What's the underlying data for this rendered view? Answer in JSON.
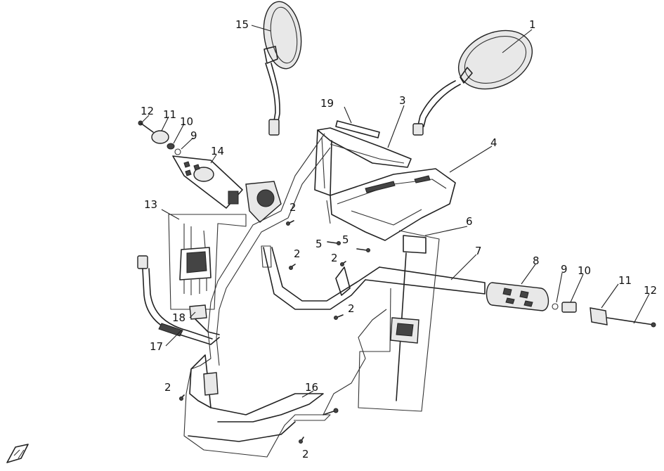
{
  "diagram": {
    "callouts": [
      {
        "id": "c1",
        "text": "1"
      },
      {
        "id": "c2a",
        "text": "2"
      },
      {
        "id": "c2b",
        "text": "2"
      },
      {
        "id": "c2c",
        "text": "2"
      },
      {
        "id": "c2d",
        "text": "2"
      },
      {
        "id": "c2e",
        "text": "2"
      },
      {
        "id": "c2f",
        "text": "2"
      },
      {
        "id": "c3",
        "text": "3"
      },
      {
        "id": "c4",
        "text": "4"
      },
      {
        "id": "c5a",
        "text": "5"
      },
      {
        "id": "c5b",
        "text": "5"
      },
      {
        "id": "c6",
        "text": "6"
      },
      {
        "id": "c7",
        "text": "7"
      },
      {
        "id": "c8",
        "text": "8"
      },
      {
        "id": "c9a",
        "text": "9"
      },
      {
        "id": "c9b",
        "text": "9"
      },
      {
        "id": "c10a",
        "text": "10"
      },
      {
        "id": "c10b",
        "text": "10"
      },
      {
        "id": "c11a",
        "text": "11"
      },
      {
        "id": "c11b",
        "text": "11"
      },
      {
        "id": "c12a",
        "text": "12"
      },
      {
        "id": "c12b",
        "text": "12"
      },
      {
        "id": "c13",
        "text": "13"
      },
      {
        "id": "c14",
        "text": "14"
      },
      {
        "id": "c15",
        "text": "15"
      },
      {
        "id": "c16",
        "text": "16"
      },
      {
        "id": "c17",
        "text": "17"
      },
      {
        "id": "c18",
        "text": "18"
      },
      {
        "id": "c19",
        "text": "19"
      }
    ]
  }
}
